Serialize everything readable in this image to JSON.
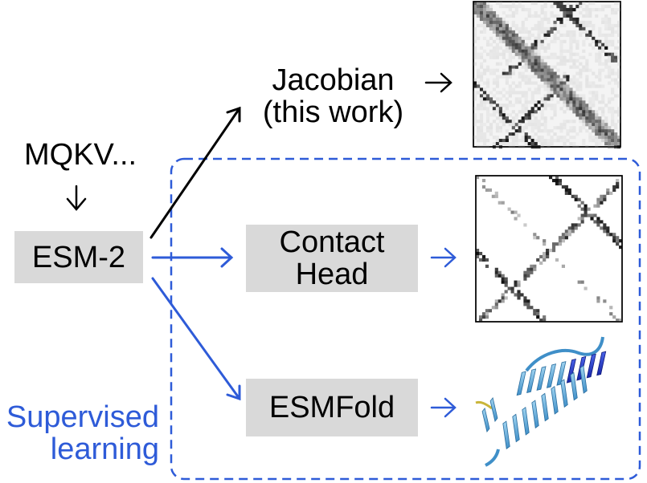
{
  "input_sequence": "MQKV...",
  "esm_model": "ESM-2",
  "jacobian": {
    "line1": "Jacobian",
    "line2": "(this work)"
  },
  "contact_head": {
    "line1": "Contact",
    "line2": "Head"
  },
  "esmfold": "ESMFold",
  "supervised": {
    "line1": "Supervised",
    "line2": "learning"
  },
  "colors": {
    "blue": "#2e5bd8",
    "box_gray": "#d9d9d9",
    "black": "#000000"
  },
  "icons": {
    "jacobian_map": "contact-map-icon",
    "contact_head_map": "contact-map-icon",
    "esmfold_structure": "protein-helix-structure-icon"
  }
}
